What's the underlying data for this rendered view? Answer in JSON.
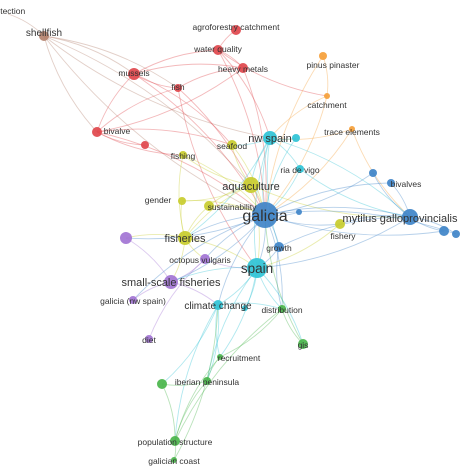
{
  "network": {
    "clusters": {
      "red": {
        "color": "#e0474c"
      },
      "brown": {
        "color": "#b4826e"
      },
      "cyan": {
        "color": "#2fc3d6"
      },
      "blue": {
        "color": "#3f84c8"
      },
      "yellow": {
        "color": "#c8cc2e"
      },
      "purple": {
        "color": "#a274d4"
      },
      "green": {
        "color": "#4ab54b"
      },
      "orange": {
        "color": "#f5a03a"
      }
    },
    "nodes": [
      {
        "id": "detection",
        "label": "detection",
        "cluster": "brown"
      },
      {
        "id": "shellfish",
        "label": "shellfish",
        "cluster": "brown"
      },
      {
        "id": "agroforestry",
        "label": "agroforestry catchment",
        "cluster": "red"
      },
      {
        "id": "water_quality",
        "label": "water quality",
        "cluster": "red"
      },
      {
        "id": "heavy_metals",
        "label": "heavy metals",
        "cluster": "red"
      },
      {
        "id": "mussels",
        "label": "mussels",
        "cluster": "red"
      },
      {
        "id": "fish",
        "label": "fish",
        "cluster": "red"
      },
      {
        "id": "bivalve",
        "label": "bivalve",
        "cluster": "red"
      },
      {
        "id": "pinus_pinaster",
        "label": "pinus pinaster",
        "cluster": "orange"
      },
      {
        "id": "catchment",
        "label": "catchment",
        "cluster": "orange"
      },
      {
        "id": "trace_elements",
        "label": "trace elements",
        "cluster": "orange"
      },
      {
        "id": "nw_spain",
        "label": "nw spain",
        "cluster": "cyan"
      },
      {
        "id": "seafood",
        "label": "seafood",
        "cluster": "yellow"
      },
      {
        "id": "fishing",
        "label": "fishing",
        "cluster": "yellow"
      },
      {
        "id": "ria_de_vigo",
        "label": "ria de vigo",
        "cluster": "cyan"
      },
      {
        "id": "bivalves",
        "label": "bivalves",
        "cluster": "blue"
      },
      {
        "id": "aquaculture",
        "label": "aquaculture",
        "cluster": "yellow"
      },
      {
        "id": "gender",
        "label": "gender",
        "cluster": "yellow"
      },
      {
        "id": "sustainability",
        "label": "sustainability",
        "cluster": "yellow"
      },
      {
        "id": "galicia",
        "label": "galicia",
        "cluster": "blue"
      },
      {
        "id": "mytilus",
        "label": "mytilus galloprovincialis",
        "cluster": "blue"
      },
      {
        "id": "fisheries",
        "label": "fisheries",
        "cluster": "yellow"
      },
      {
        "id": "growth",
        "label": "growth",
        "cluster": "blue"
      },
      {
        "id": "fishery",
        "label": "fishery",
        "cluster": "yellow"
      },
      {
        "id": "octopus",
        "label": "octopus vulgaris",
        "cluster": "purple"
      },
      {
        "id": "spain",
        "label": "spain",
        "cluster": "cyan"
      },
      {
        "id": "small_scale",
        "label": "small-scale fisheries",
        "cluster": "purple"
      },
      {
        "id": "galicia_nw",
        "label": "galicia (nw spain)",
        "cluster": "purple"
      },
      {
        "id": "climate_change",
        "label": "climate change",
        "cluster": "cyan"
      },
      {
        "id": "distribution",
        "label": "distribution",
        "cluster": "green"
      },
      {
        "id": "gis",
        "label": "gis",
        "cluster": "green"
      },
      {
        "id": "diet",
        "label": "diet",
        "cluster": "purple"
      },
      {
        "id": "recruitment",
        "label": "recruitment",
        "cluster": "green"
      },
      {
        "id": "iberian",
        "label": "iberian peninsula",
        "cluster": "green"
      },
      {
        "id": "population_structure",
        "label": "population structure",
        "cluster": "green"
      },
      {
        "id": "galician_coast",
        "label": "galician coast",
        "cluster": "green"
      },
      {
        "id": "unl_blue_1",
        "label": "",
        "cluster": "blue"
      },
      {
        "id": "unl_blue_2",
        "label": "",
        "cluster": "blue"
      },
      {
        "id": "unl_blue_3",
        "label": "",
        "cluster": "blue"
      },
      {
        "id": "unl_blue_4",
        "label": "",
        "cluster": "blue"
      },
      {
        "id": "unl_purple_1",
        "label": "",
        "cluster": "purple"
      },
      {
        "id": "unl_green_1",
        "label": "",
        "cluster": "green"
      },
      {
        "id": "unl_red_1",
        "label": "",
        "cluster": "red"
      },
      {
        "id": "unl_cyan_1",
        "label": "",
        "cluster": "cyan"
      },
      {
        "id": "unl_cyan_2",
        "label": "",
        "cluster": "cyan"
      }
    ],
    "links": [
      [
        "detection",
        "shellfish"
      ],
      [
        "shellfish",
        "galicia"
      ],
      [
        "shellfish",
        "mussels"
      ],
      [
        "shellfish",
        "bivalve"
      ],
      [
        "shellfish",
        "aquaculture"
      ],
      [
        "shellfish",
        "nw_spain"
      ],
      [
        "shellfish",
        "fish"
      ],
      [
        "agroforestry",
        "water_quality"
      ],
      [
        "water_quality",
        "heavy_metals"
      ],
      [
        "water_quality",
        "mussels"
      ],
      [
        "water_quality",
        "nw_spain"
      ],
      [
        "water_quality",
        "catchment"
      ],
      [
        "water_quality",
        "galicia"
      ],
      [
        "heavy_metals",
        "mussels"
      ],
      [
        "heavy_metals",
        "bivalve"
      ],
      [
        "heavy_metals",
        "fish"
      ],
      [
        "heavy_metals",
        "galicia"
      ],
      [
        "mussels",
        "bivalve"
      ],
      [
        "mussels",
        "galicia"
      ],
      [
        "mussels",
        "fish"
      ],
      [
        "mussels",
        "seafood"
      ],
      [
        "fish",
        "bivalve"
      ],
      [
        "fish",
        "galicia"
      ],
      [
        "fish",
        "spain"
      ],
      [
        "bivalve",
        "galicia"
      ],
      [
        "bivalve",
        "fishing"
      ],
      [
        "bivalve",
        "seafood"
      ],
      [
        "bivalve",
        "unl_red_1"
      ],
      [
        "pinus_pinaster",
        "catchment"
      ],
      [
        "pinus_pinaster",
        "galicia"
      ],
      [
        "catchment",
        "galicia"
      ],
      [
        "catchment",
        "nw_spain"
      ],
      [
        "trace_elements",
        "nw_spain"
      ],
      [
        "trace_elements",
        "mytilus"
      ],
      [
        "trace_elements",
        "galicia"
      ],
      [
        "nw_spain",
        "galicia"
      ],
      [
        "nw_spain",
        "seafood"
      ],
      [
        "nw_spain",
        "aquaculture"
      ],
      [
        "nw_spain",
        "ria_de_vigo"
      ],
      [
        "nw_spain",
        "spain"
      ],
      [
        "nw_spain",
        "mytilus"
      ],
      [
        "nw_spain",
        "growth"
      ],
      [
        "nw_spain",
        "fisheries"
      ],
      [
        "seafood",
        "aquaculture"
      ],
      [
        "seafood",
        "galicia"
      ],
      [
        "fishing",
        "aquaculture"
      ],
      [
        "fishing",
        "galicia"
      ],
      [
        "fishing",
        "fisheries"
      ],
      [
        "ria_de_vigo",
        "galicia"
      ],
      [
        "ria_de_vigo",
        "mytilus"
      ],
      [
        "bivalves",
        "mytilus"
      ],
      [
        "bivalves",
        "galicia"
      ],
      [
        "unl_blue_1",
        "galicia"
      ],
      [
        "unl_blue_1",
        "mytilus"
      ],
      [
        "aquaculture",
        "galicia"
      ],
      [
        "aquaculture",
        "fisheries"
      ],
      [
        "aquaculture",
        "spain"
      ],
      [
        "aquaculture",
        "mytilus"
      ],
      [
        "aquaculture",
        "gender"
      ],
      [
        "aquaculture",
        "sustainability"
      ],
      [
        "gender",
        "galicia"
      ],
      [
        "gender",
        "fisheries"
      ],
      [
        "sustainability",
        "galicia"
      ],
      [
        "sustainability",
        "fisheries"
      ],
      [
        "galicia",
        "mytilus"
      ],
      [
        "galicia",
        "fisheries"
      ],
      [
        "galicia",
        "growth"
      ],
      [
        "galicia",
        "fishery"
      ],
      [
        "galicia",
        "spain"
      ],
      [
        "galicia",
        "octopus"
      ],
      [
        "galicia",
        "small_scale"
      ],
      [
        "galicia",
        "climate_change"
      ],
      [
        "galicia",
        "distribution"
      ],
      [
        "galicia",
        "galicia_nw"
      ],
      [
        "galicia",
        "unl_purple_1"
      ],
      [
        "galicia",
        "unl_blue_2"
      ],
      [
        "galicia",
        "unl_blue_3"
      ],
      [
        "mytilus",
        "unl_blue_2"
      ],
      [
        "mytilus",
        "unl_blue_3"
      ],
      [
        "mytilus",
        "growth"
      ],
      [
        "mytilus",
        "spain"
      ],
      [
        "mytilus",
        "fishery"
      ],
      [
        "fisheries",
        "small_scale"
      ],
      [
        "fisheries",
        "octopus"
      ],
      [
        "fisheries",
        "spain"
      ],
      [
        "fisheries",
        "unl_purple_1"
      ],
      [
        "growth",
        "spain"
      ],
      [
        "growth",
        "distribution"
      ],
      [
        "fishery",
        "spain"
      ],
      [
        "octopus",
        "spain"
      ],
      [
        "octopus",
        "small_scale"
      ],
      [
        "octopus",
        "diet"
      ],
      [
        "spain",
        "climate_change"
      ],
      [
        "spain",
        "distribution"
      ],
      [
        "spain",
        "gis"
      ],
      [
        "spain",
        "small_scale"
      ],
      [
        "spain",
        "recruitment"
      ],
      [
        "spain",
        "iberian"
      ],
      [
        "spain",
        "unl_cyan_1"
      ],
      [
        "small_scale",
        "galicia_nw"
      ],
      [
        "small_scale",
        "climate_change"
      ],
      [
        "small_scale",
        "unl_purple_1"
      ],
      [
        "climate_change",
        "distribution"
      ],
      [
        "climate_change",
        "recruitment"
      ],
      [
        "climate_change",
        "iberian"
      ],
      [
        "climate_change",
        "population_structure"
      ],
      [
        "climate_change",
        "unl_green_1"
      ],
      [
        "distribution",
        "gis"
      ],
      [
        "distribution",
        "recruitment"
      ],
      [
        "distribution",
        "population_structure"
      ],
      [
        "gis",
        "galicia"
      ],
      [
        "recruitment",
        "iberian"
      ],
      [
        "iberian",
        "unl_green_1"
      ],
      [
        "iberian",
        "population_structure"
      ],
      [
        "population_structure",
        "galician_coast"
      ],
      [
        "population_structure",
        "unl_green_1"
      ],
      [
        "population_structure",
        "recruitment"
      ],
      [
        "galician_coast",
        "climate_change"
      ],
      [
        "unl_cyan_2",
        "nw_spain"
      ],
      [
        "unl_cyan_2",
        "galicia"
      ],
      [
        "unl_blue_4",
        "galicia"
      ]
    ]
  }
}
